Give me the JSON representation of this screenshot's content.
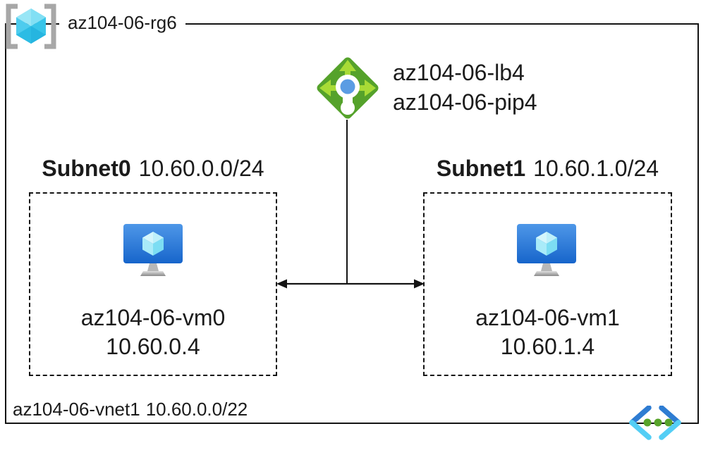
{
  "resource_group": {
    "label": "az104-06-rg6"
  },
  "load_balancer": {
    "name": "az104-06-lb4",
    "public_ip": "az104-06-pip4"
  },
  "subnets": [
    {
      "name": "Subnet0",
      "cidr": "10.60.0.0/24",
      "vm_name": "az104-06-vm0",
      "vm_ip": "10.60.0.4"
    },
    {
      "name": "Subnet1",
      "cidr": "10.60.1.0/24",
      "vm_name": "az104-06-vm1",
      "vm_ip": "10.60.1.4"
    }
  ],
  "vnet": {
    "name": "az104-06-vnet1",
    "cidr": "10.60.0.0/22"
  },
  "icons": {
    "resource_group": "resource-group-icon",
    "load_balancer": "load-balancer-icon",
    "virtual_machine": "virtual-machine-icon",
    "virtual_network": "virtual-network-icon"
  },
  "colors": {
    "line_black": "#141414",
    "bracket_gray": "#A7A7A7",
    "cube_cyan_light": "#98E6F6",
    "cube_cyan_dark": "#26B5E0",
    "lb_diamond_green": "#55A22B",
    "lb_arrow_green": "#A8DB36",
    "lb_dot_blue": "#5B9CE3",
    "vm_screen_blue_top": "#4E97E8",
    "vm_screen_blue_bottom": "#1765CB",
    "vnet_chevron_blue": "#2E7CD2",
    "vnet_chevron_cyan": "#54CEF5",
    "vnet_dot_green": "#58A42B"
  }
}
